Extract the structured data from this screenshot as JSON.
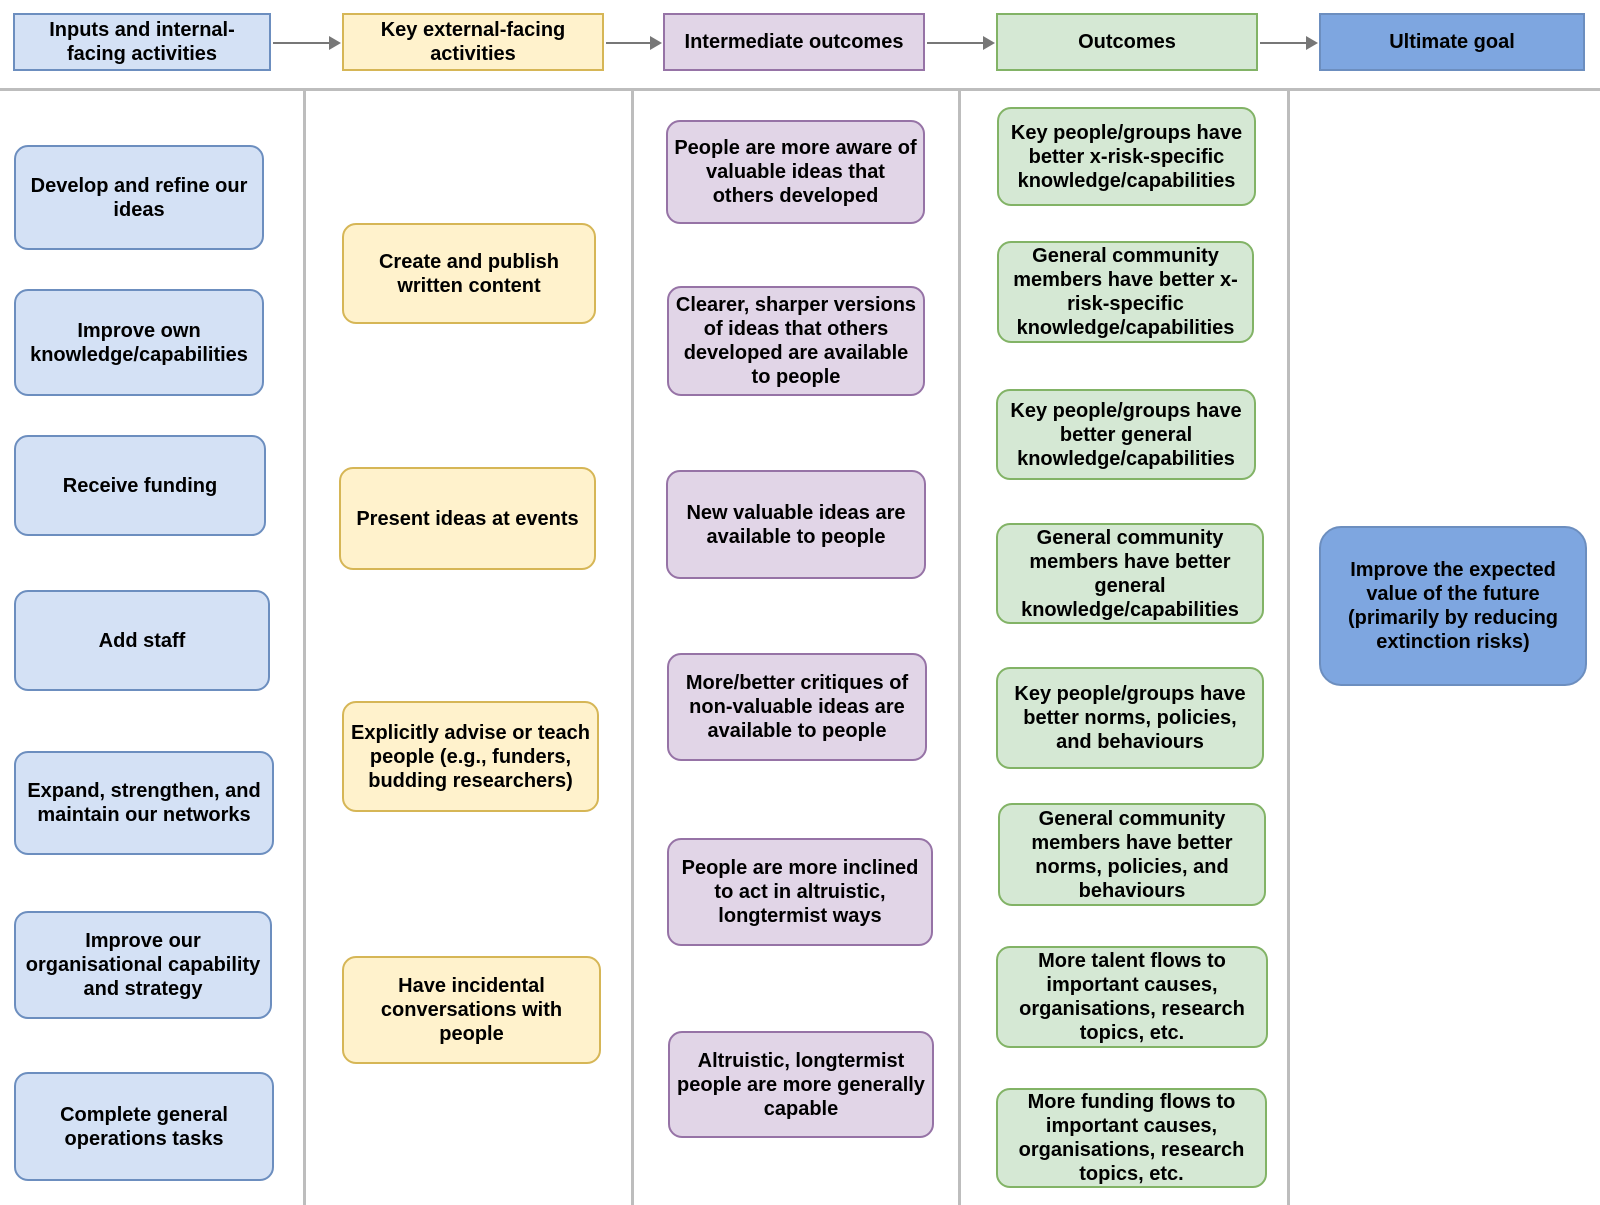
{
  "headers": [
    "Inputs and internal-facing activities",
    "Key external-facing activities",
    "Intermediate outcomes",
    "Outcomes",
    "Ultimate goal"
  ],
  "inputs": [
    "Develop and refine our ideas",
    "Improve own knowledge/capabilities",
    "Receive funding",
    "Add staff",
    "Expand, strengthen, and maintain our networks",
    "Improve our organisational capability and strategy",
    "Complete general operations tasks"
  ],
  "activities": [
    "Create and publish written content",
    "Present ideas at events",
    "Explicitly advise or teach people (e.g., funders, budding researchers)",
    "Have incidental conversations with people"
  ],
  "intermediate": [
    "People are more aware of valuable ideas that others developed",
    "Clearer, sharper versions of ideas that others developed are available to people",
    "New valuable ideas are available to people",
    "More/better critiques of non-valuable ideas are available to people",
    "People are more inclined to act in altruistic, longtermist ways",
    "Altruistic, longtermist people are more generally capable"
  ],
  "outcomes": [
    "Key people/groups have better x-risk-specific knowledge/capabilities",
    "General community members have better x-risk-specific knowledge/capabilities",
    "Key people/groups have better general knowledge/capabilities",
    "General community members have better general knowledge/capabilities",
    "Key people/groups have better norms, policies, and behaviours",
    "General community members have better norms, policies, and behaviours",
    "More talent flows to important causes, organisations, research topics, etc.",
    "More funding flows to important causes, organisations, research topics, etc."
  ],
  "goal": "Improve the expected value of the future (primarily by reducing extinction risks)",
  "colors": {
    "inputs": "#d4e1f5",
    "activities": "#fff2cc",
    "intermediate": "#e1d5e7",
    "outcomes": "#d5e8d4",
    "goal": "#7ea6e0"
  }
}
